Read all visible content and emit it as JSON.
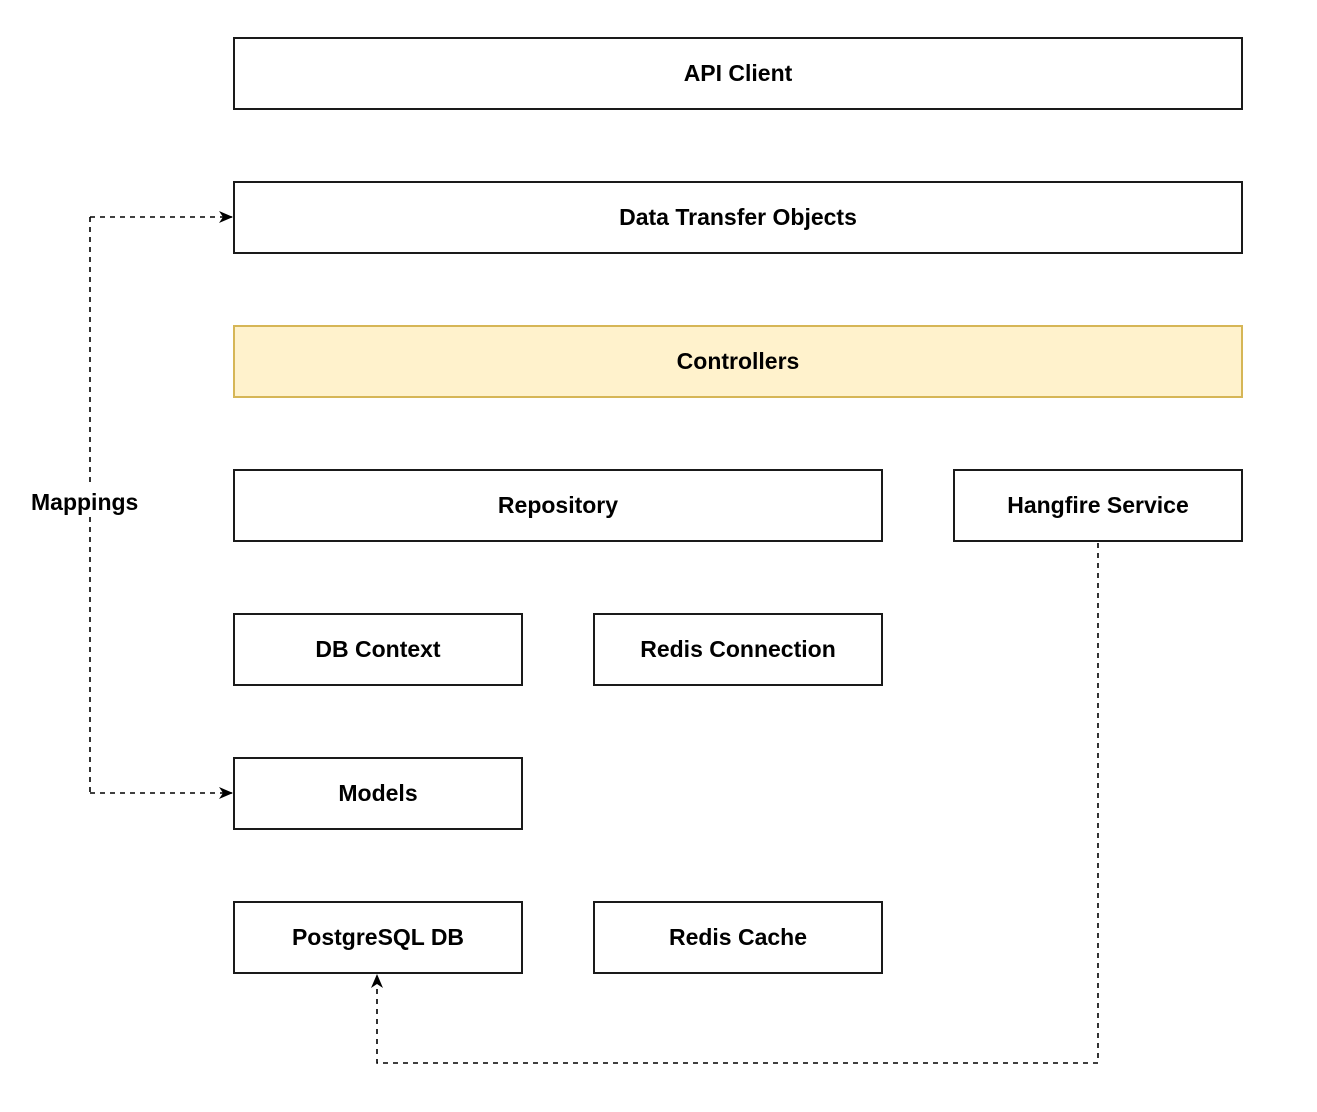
{
  "diagram": {
    "nodes": {
      "api_client": "API Client",
      "data_transfer_objects": "Data Transfer Objects",
      "controllers": "Controllers",
      "repository": "Repository",
      "hangfire_service": "Hangfire Service",
      "db_context": "DB Context",
      "redis_connection": "Redis Connection",
      "models": "Models",
      "postgresql_db": "PostgreSQL DB",
      "redis_cache": "Redis Cache"
    },
    "edge_labels": {
      "mappings": "Mappings"
    },
    "colors": {
      "highlight_fill": "#fff2cc",
      "highlight_stroke": "#d6b656",
      "stroke": "#1a1a1a"
    }
  }
}
